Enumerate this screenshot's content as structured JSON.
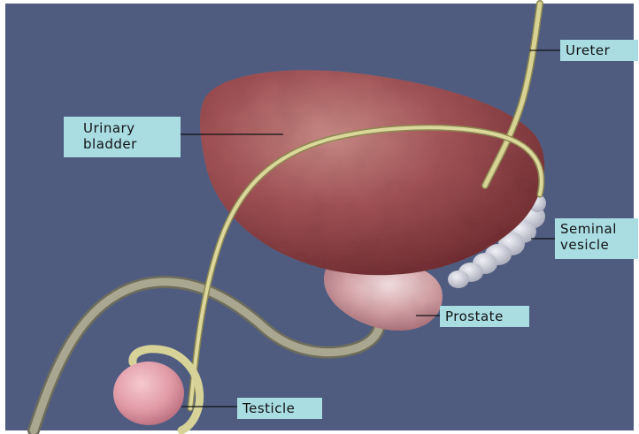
{
  "diagram": {
    "background_color": "#4f5c80",
    "labels": {
      "ureter": "Ureter",
      "urinary_bladder": [
        "Urinary",
        "bladder"
      ],
      "seminal_vesicle": [
        "Seminal",
        "vesicle"
      ],
      "prostate": "Prostate",
      "testicle": "Testicle"
    },
    "colors": {
      "label_background": "#a9dde2",
      "bladder": "#9a4a4c",
      "duct": "#c9c48a",
      "vas_deferens": "#9d9c85",
      "prostate": "#d6a7aa",
      "testicle": "#e3a4ae",
      "seminal_vesicle": "#c9cbd6"
    }
  }
}
